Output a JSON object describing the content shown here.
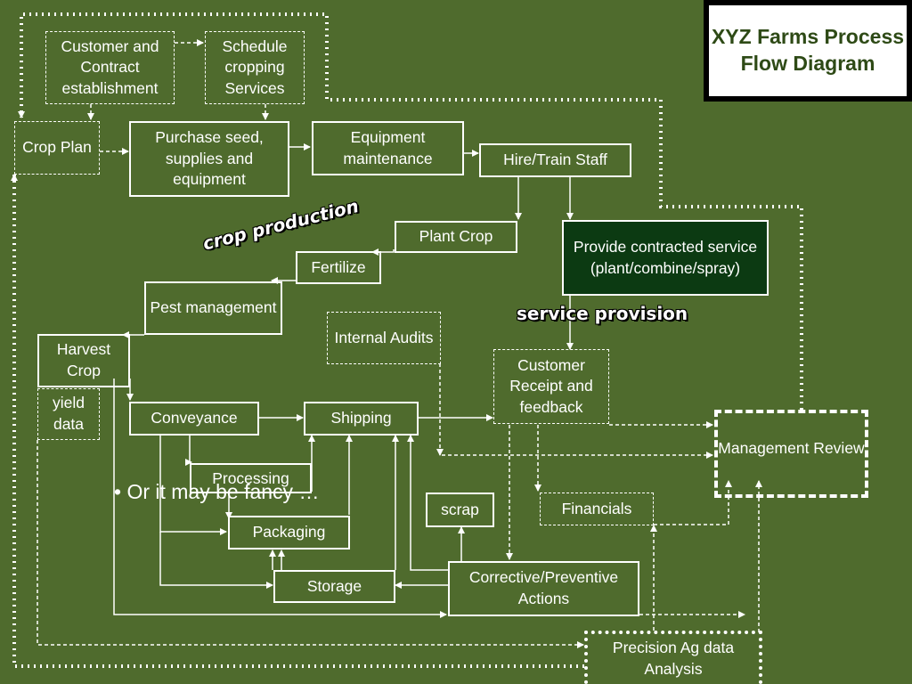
{
  "title": "XYZ Farms Process Flow Diagram",
  "boxes": {
    "customer_contract": "Customer and Contract establishment",
    "schedule": "Schedule cropping Services",
    "crop_plan": "Crop Plan",
    "purchase": "Purchase seed, supplies and equipment",
    "equipment": "Equipment maintenance",
    "hire": "Hire/Train Staff",
    "plant_crop": "Plant Crop",
    "fertilize": "Fertilize",
    "pest": "Pest management",
    "harvest": "Harvest Crop",
    "yield": "yield data",
    "contracted_service": "Provide contracted service (plant/combine/spray)",
    "internal_audits": "Internal Audits",
    "customer_receipt": "Customer Receipt and feedback",
    "conveyance": "Conveyance",
    "shipping": "Shipping",
    "processing": "Processing",
    "packaging": "Packaging",
    "storage": "Storage",
    "scrap": "scrap",
    "financials": "Financials",
    "corrective": "Corrective/Preventive Actions",
    "management_review": "Management Review",
    "precision_ag": "Precision Ag data Analysis"
  },
  "labels": {
    "crop_production": "crop production",
    "service_provision": "service provision"
  },
  "bullet_text": "• Or it may be fancy …",
  "colors": {
    "background": "#4f6b2d",
    "dark_box": "#0c3a12",
    "title_text": "#2e4a16"
  }
}
